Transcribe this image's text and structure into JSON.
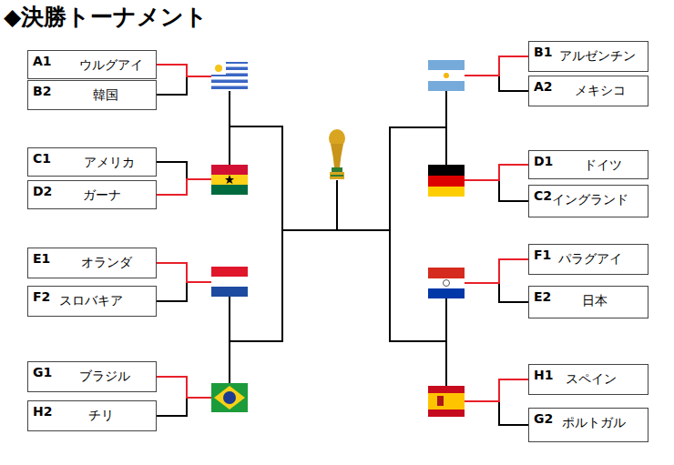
{
  "diagram": {
    "title": "◆決勝トーナメント",
    "nodes": [
      {
        "text": [
          "A1",
          "ウルグアイ"
        ]
      },
      {
        "text": [
          "B2",
          "韓国"
        ]
      },
      {
        "text": [
          "C1",
          "アメリカ"
        ]
      },
      {
        "text": [
          "D2",
          "ガーナ"
        ]
      },
      {
        "text": [
          "E1",
          "オランダ"
        ]
      },
      {
        "text": [
          "F2",
          "スロバキア"
        ]
      },
      {
        "text": [
          "G1",
          "ブラジル"
        ]
      },
      {
        "text": [
          "H2",
          "チリ"
        ]
      },
      {
        "text": [
          "B1",
          "アルゼンチン"
        ]
      },
      {
        "text": [
          "A2",
          "メキシコ"
        ]
      },
      {
        "text": [
          "D1",
          "ドイツ"
        ]
      },
      {
        "text": [
          "C2",
          "イングランド"
        ]
      },
      {
        "text": [
          "F1",
          "パラグアイ"
        ]
      },
      {
        "text": [
          "E2",
          "日本"
        ]
      },
      {
        "text": [
          "H1",
          "スペイン"
        ]
      },
      {
        "text": [
          "G2",
          "ポルトガル"
        ]
      }
    ]
  }
}
